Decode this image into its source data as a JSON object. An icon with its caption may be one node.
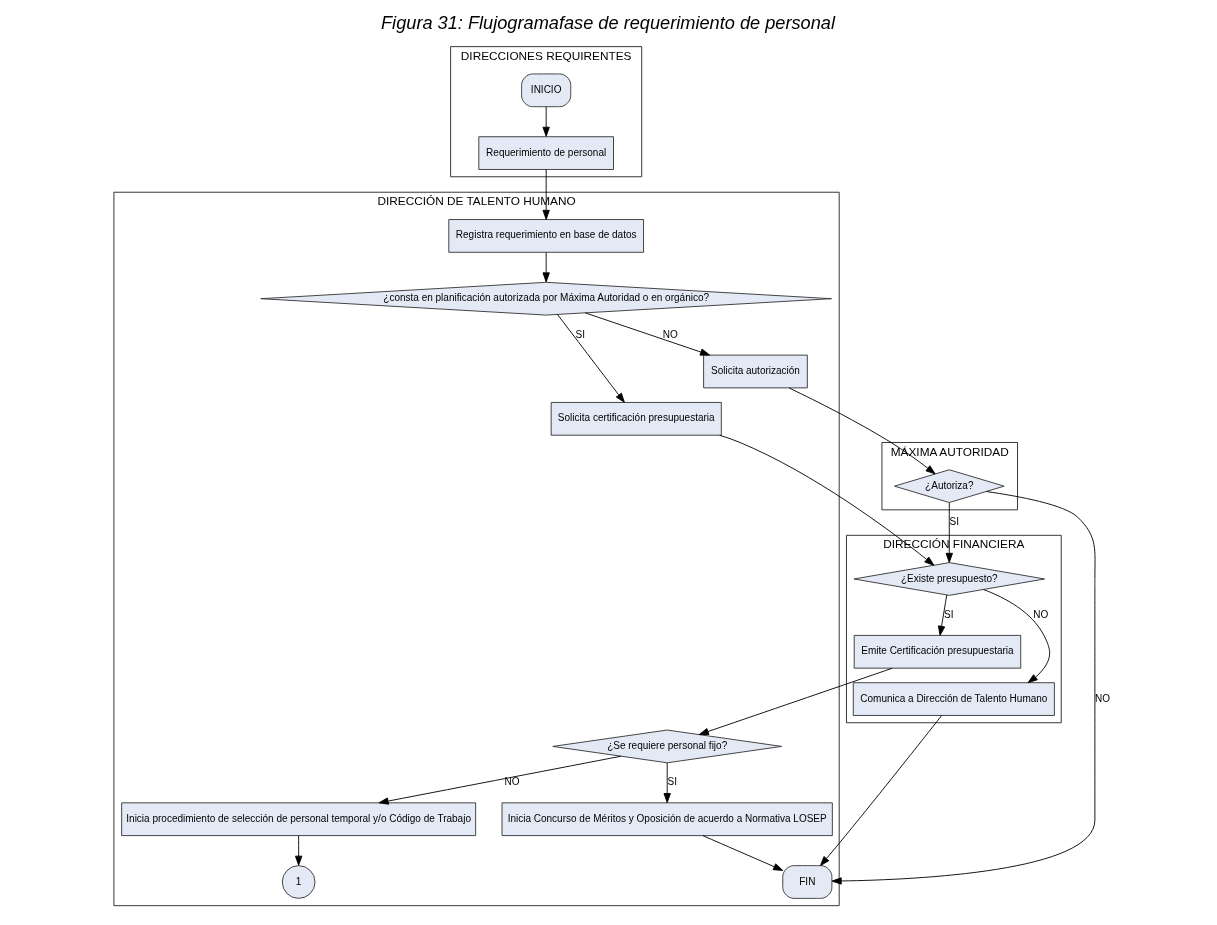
{
  "diagram": {
    "title": "Figura 31: Flujogramafase de requerimiento de personal",
    "nodes": [
      {
        "text": [
          "DIRECCIONES REQUIRENTES"
        ]
      },
      {
        "text": [
          "DIRECCIÓN DE TALENTO HUMANO"
        ]
      },
      {
        "text": [
          "MÁXIMA AUTORIDAD"
        ]
      },
      {
        "text": [
          "DIRECCIÓN FINANCIERA"
        ]
      },
      {
        "text": [
          "INICIO"
        ],
        "in": 0
      },
      {
        "text": [
          "Requerimiento de personal"
        ],
        "in": 0
      },
      {
        "text": [
          "Registra requerimiento en base de datos"
        ],
        "in": 1
      },
      {
        "text": [
          "¿consta en planificación autorizada por Máxima Autoridad o en orgánico?"
        ],
        "in": 1
      },
      {
        "text": [
          "Solicita certificación presupuestaria"
        ],
        "in": 1
      },
      {
        "text": [
          "Solicita autorización"
        ],
        "in": 1
      },
      {
        "text": [
          "¿Autoriza?"
        ],
        "in": 2
      },
      {
        "text": [
          "¿Existe presupuesto?"
        ],
        "in": 3
      },
      {
        "text": [
          "Emite Certificación presupuestaria"
        ],
        "in": 3
      },
      {
        "text": [
          "Comunica a Dirección de Talento Humano"
        ],
        "in": 3
      },
      {
        "text": [
          "¿Se requiere personal fijo?"
        ],
        "in": 1
      },
      {
        "text": [
          "Inicia procedimiento de selección de personal temporal y/o Código de Trabajo"
        ],
        "in": 1
      },
      {
        "text": [
          "Inicia Concurso de Méritos y Oposición de acuerdo a Normativa LOSEP"
        ],
        "in": 1
      },
      {
        "text": [
          "FIN"
        ],
        "in": 1
      },
      {
        "text": [
          "1"
        ],
        "in": 1
      }
    ],
    "edges": [
      {
        "from": 4,
        "to": 5,
        "arrow": "to"
      },
      {
        "from": 5,
        "to": 6,
        "arrow": "to"
      },
      {
        "from": 6,
        "to": 7,
        "arrow": "to"
      },
      {
        "from": 7,
        "to": 8,
        "arrow": "to",
        "label": "SI"
      },
      {
        "from": 7,
        "to": 9,
        "arrow": "to",
        "label": "NO"
      },
      {
        "from": 9,
        "to": 10,
        "arrow": "to"
      },
      {
        "from": 10,
        "to": 11,
        "arrow": "to",
        "label": "SI"
      },
      {
        "from": 8,
        "to": 11,
        "arrow": "to"
      },
      {
        "from": 10,
        "to": 17,
        "arrow": "to",
        "label": "NO"
      },
      {
        "from": 11,
        "to": 12,
        "arrow": "to",
        "label": "SI"
      },
      {
        "from": 11,
        "to": 13,
        "arrow": "to",
        "label": "NO"
      },
      {
        "from": 12,
        "to": 14,
        "arrow": "to"
      },
      {
        "from": 13,
        "to": 17,
        "arrow": "to"
      },
      {
        "from": 14,
        "to": 15,
        "arrow": "to",
        "label": "NO"
      },
      {
        "from": 14,
        "to": 16,
        "arrow": "to",
        "label": "SI"
      },
      {
        "from": 15,
        "to": 18,
        "arrow": "to"
      },
      {
        "from": 16,
        "to": 17,
        "arrow": "to"
      }
    ]
  }
}
